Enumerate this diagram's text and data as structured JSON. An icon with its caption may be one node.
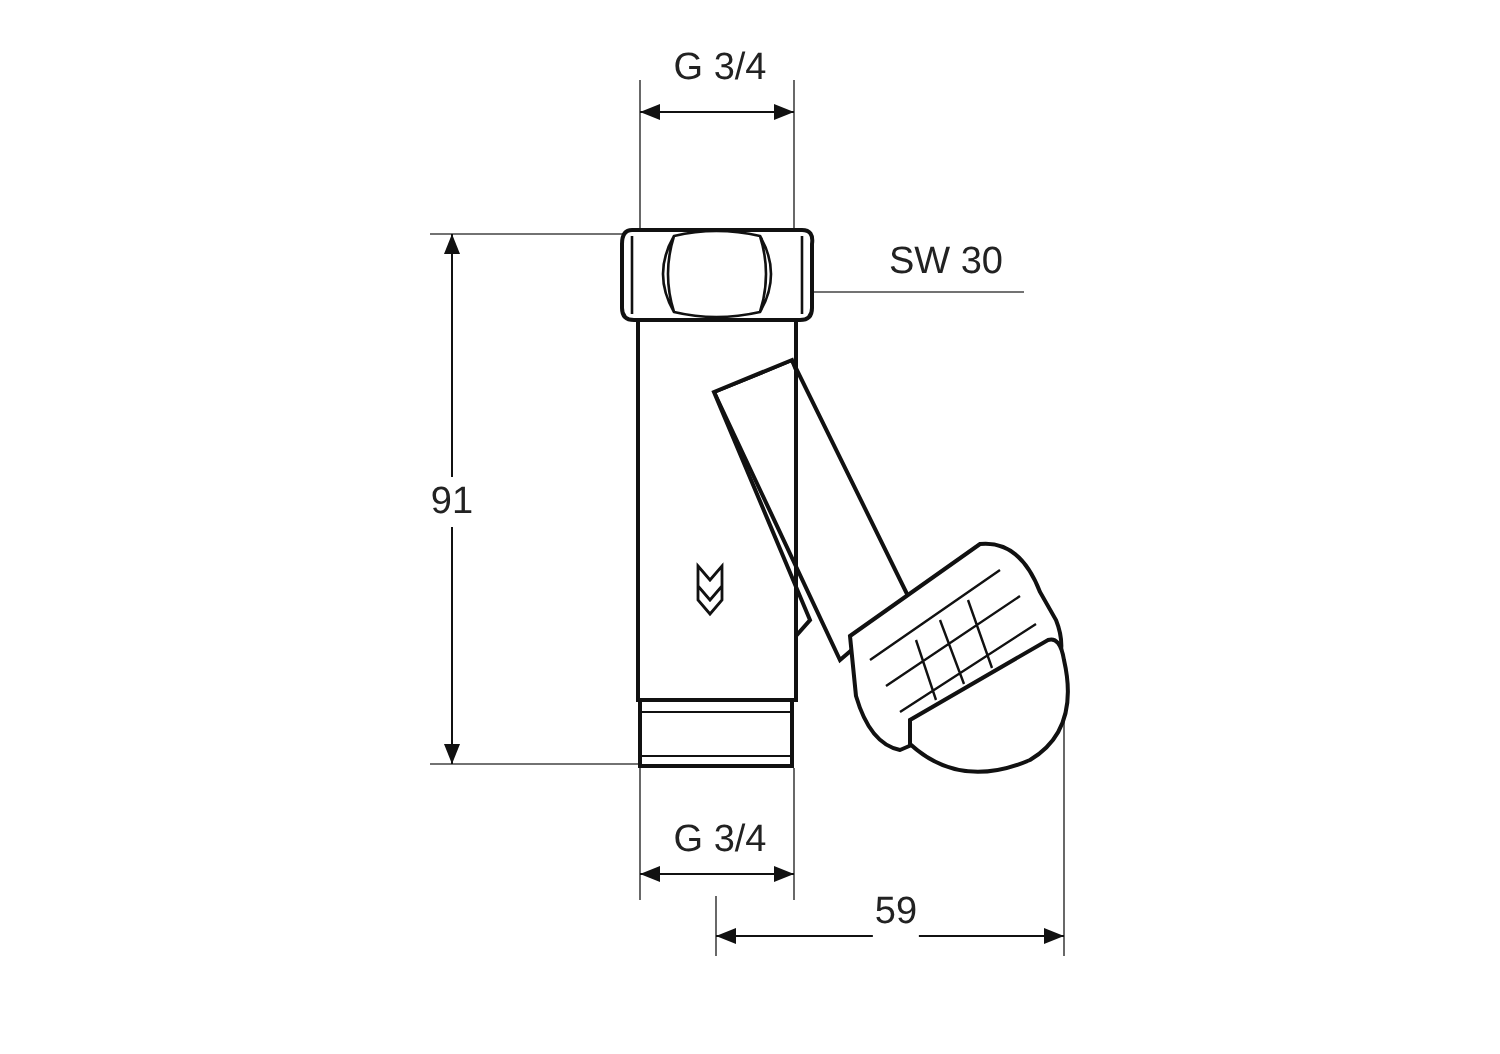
{
  "diagram": {
    "labels": [
      "G 3/4",
      "SW 30",
      "91",
      "G 3/4",
      "59"
    ]
  }
}
